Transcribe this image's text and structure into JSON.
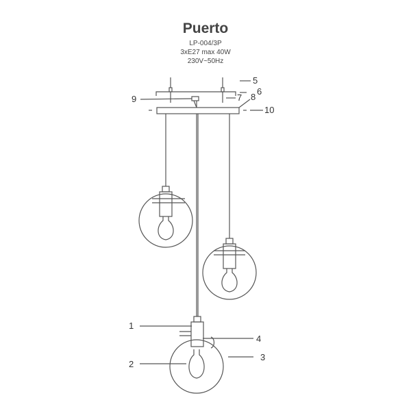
{
  "header": {
    "title": "Puerto",
    "model": "LP-004/3P",
    "bulb_spec": "3xE27 max 40W",
    "voltage": "230V~50Hz"
  },
  "callouts": [
    {
      "id": "1",
      "text": "1"
    },
    {
      "id": "2",
      "text": "2"
    },
    {
      "id": "3",
      "text": "3"
    },
    {
      "id": "4",
      "text": "4"
    },
    {
      "id": "5",
      "text": "5"
    },
    {
      "id": "6",
      "text": "6"
    },
    {
      "id": "7",
      "text": "7"
    },
    {
      "id": "8",
      "text": "8"
    },
    {
      "id": "9",
      "text": "9"
    },
    {
      "id": "10",
      "text": "10"
    }
  ],
  "colors": {
    "line": "#555555",
    "background": "#ffffff"
  }
}
